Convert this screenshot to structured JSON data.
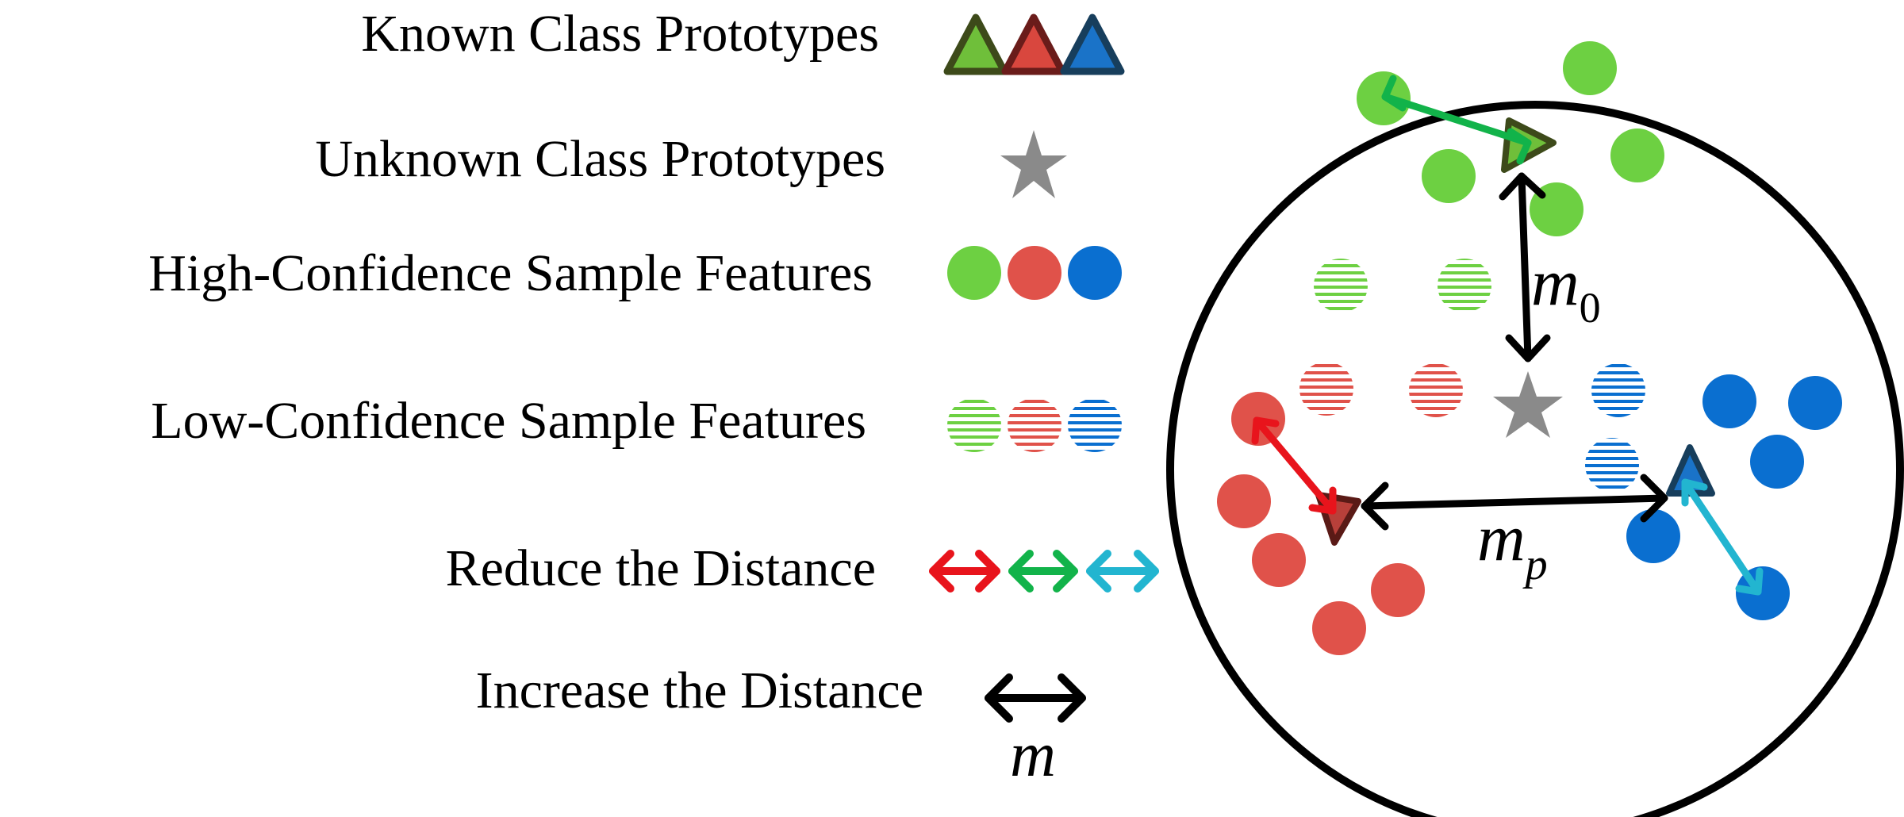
{
  "legend": {
    "items": [
      {
        "label": "Known Class Prototypes",
        "symbol": "triangle",
        "colors": [
          "#6fbf3a",
          "#d9473e",
          "#1a73c8"
        ]
      },
      {
        "label": "Unknown Class Prototypes",
        "symbol": "star",
        "colors": [
          "#8a8a8a"
        ]
      },
      {
        "label": "High-Confidence Sample Features",
        "symbol": "circle-solid",
        "colors": [
          "#6dd042",
          "#e0524a",
          "#0a6fd0"
        ]
      },
      {
        "label": "Low-Confidence Sample Features",
        "symbol": "circle-striped",
        "colors": [
          "#6dd042",
          "#e0524a",
          "#0a6fd0"
        ]
      },
      {
        "label": "Reduce the Distance",
        "symbol": "double-arrow",
        "colors": [
          "#e8141c",
          "#12b34a",
          "#22b5d0"
        ]
      },
      {
        "label": "Increase the Distance",
        "symbol": "double-arrow",
        "colors": [
          "#000000"
        ]
      }
    ],
    "margin_symbol": "m"
  },
  "diagram": {
    "margin_label_known_unknown": {
      "base": "m",
      "subscript": "0"
    },
    "margin_label_known_known": {
      "base": "m",
      "subscript": "p"
    }
  },
  "colors": {
    "green": "#6dd042",
    "red": "#e0524a",
    "blue": "#0a6fd0",
    "star": "#8a8a8a",
    "arrow_red": "#e8141c",
    "arrow_green": "#12b34a",
    "arrow_cyan": "#22b5d0"
  }
}
